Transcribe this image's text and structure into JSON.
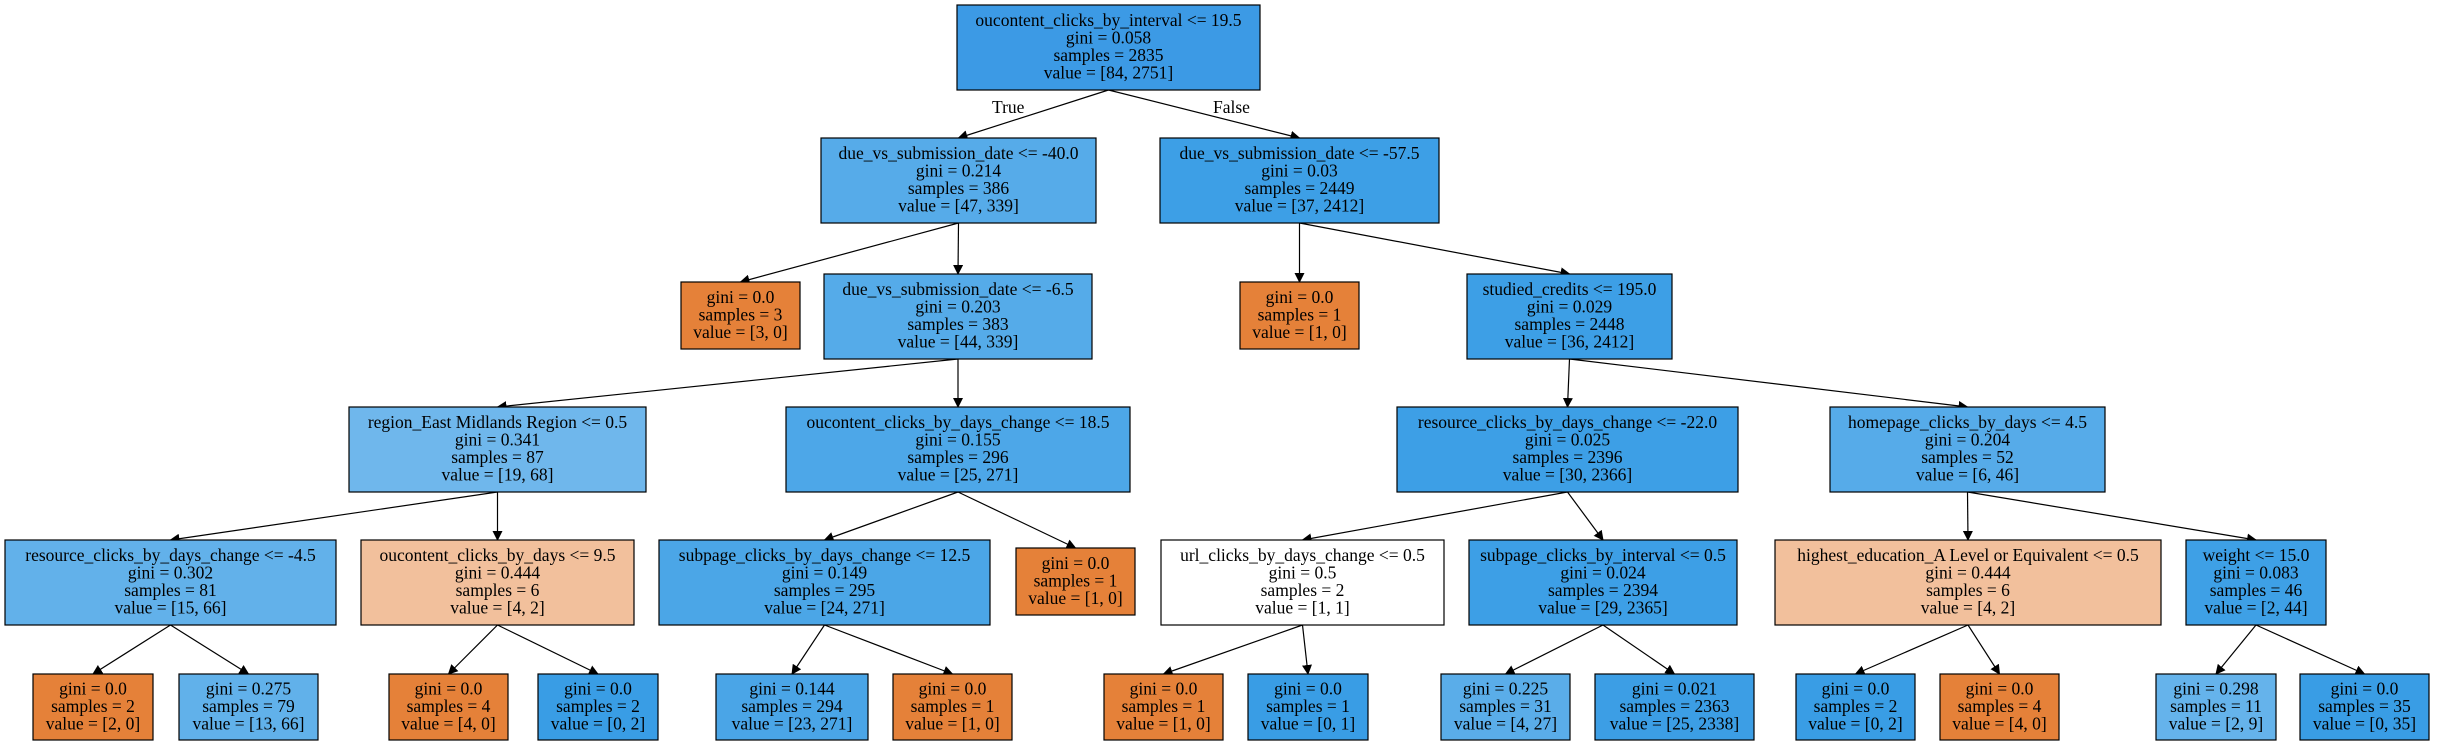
{
  "colors": {
    "blue_dark": "#3c9ae5",
    "blue_mid": "#4ba3e8",
    "blue_light": "#56abe9",
    "blue_lighter": "#6fb7ec",
    "orange": "#e58139",
    "orange_light": "#f3c4a2",
    "white": "#ffffff"
  },
  "edge_labels": {
    "true": "True",
    "false": "False"
  },
  "nodes": [
    {
      "id": "n0",
      "fill": "#3c9ae5",
      "lines": [
        "oucontent_clicks_by_interval <= 19.5",
        "gini = 0.058",
        "samples = 2835",
        "value = [84, 2751]"
      ]
    },
    {
      "id": "n1",
      "fill": "#56abe9",
      "lines": [
        "due_vs_submission_date <= -40.0",
        "gini = 0.214",
        "samples = 386",
        "value = [47, 339]"
      ]
    },
    {
      "id": "n2",
      "fill": "#3d9fe6",
      "lines": [
        "due_vs_submission_date <= -57.5",
        "gini = 0.03",
        "samples = 2449",
        "value = [37, 2412]"
      ]
    },
    {
      "id": "n3",
      "fill": "#e58139",
      "lines": [
        "gini = 0.0",
        "samples = 3",
        "value = [3, 0]"
      ]
    },
    {
      "id": "n4",
      "fill": "#55abe9",
      "lines": [
        "due_vs_submission_date <= -6.5",
        "gini = 0.203",
        "samples = 383",
        "value = [44, 339]"
      ]
    },
    {
      "id": "n5",
      "fill": "#e58139",
      "lines": [
        "gini = 0.0",
        "samples = 1",
        "value = [1, 0]"
      ]
    },
    {
      "id": "n6",
      "fill": "#3d9fe6",
      "lines": [
        "studied_credits <= 195.0",
        "gini = 0.029",
        "samples = 2448",
        "value = [36, 2412]"
      ]
    },
    {
      "id": "n7",
      "fill": "#6fb7ec",
      "lines": [
        "region_East Midlands Region <= 0.5",
        "gini = 0.341",
        "samples = 87",
        "value = [19, 68]"
      ]
    },
    {
      "id": "n8",
      "fill": "#4da7e8",
      "lines": [
        "oucontent_clicks_by_days_change <= 18.5",
        "gini = 0.155",
        "samples = 296",
        "value = [25, 271]"
      ]
    },
    {
      "id": "n9",
      "fill": "#3d9fe6",
      "lines": [
        "resource_clicks_by_days_change <= -22.0",
        "gini = 0.025",
        "samples = 2396",
        "value = [30, 2366]"
      ]
    },
    {
      "id": "n10",
      "fill": "#56abe9",
      "lines": [
        "homepage_clicks_by_days <= 4.5",
        "gini = 0.204",
        "samples = 52",
        "value = [6, 46]"
      ]
    },
    {
      "id": "n11",
      "fill": "#62b1ea",
      "lines": [
        "resource_clicks_by_days_change <= -4.5",
        "gini = 0.302",
        "samples = 81",
        "value = [15, 66]"
      ]
    },
    {
      "id": "n12",
      "fill": "#f2c09c",
      "lines": [
        "oucontent_clicks_by_days <= 9.5",
        "gini = 0.444",
        "samples = 6",
        "value = [4, 2]"
      ]
    },
    {
      "id": "n13",
      "fill": "#4ba6e7",
      "lines": [
        "subpage_clicks_by_days_change <= 12.5",
        "gini = 0.149",
        "samples = 295",
        "value = [24, 271]"
      ]
    },
    {
      "id": "n14",
      "fill": "#e58139",
      "lines": [
        "gini = 0.0",
        "samples = 1",
        "value = [1, 0]"
      ]
    },
    {
      "id": "n15",
      "fill": "#ffffff",
      "lines": [
        "url_clicks_by_days_change <= 0.5",
        "gini = 0.5",
        "samples = 2",
        "value = [1, 1]"
      ]
    },
    {
      "id": "n16",
      "fill": "#3d9fe6",
      "lines": [
        "subpage_clicks_by_interval <= 0.5",
        "gini = 0.024",
        "samples = 2394",
        "value = [29, 2365]"
      ]
    },
    {
      "id": "n17",
      "fill": "#f2c09c",
      "lines": [
        "highest_education_A Level or Equivalent <= 0.5",
        "gini = 0.444",
        "samples = 6",
        "value = [4, 2]"
      ]
    },
    {
      "id": "n18",
      "fill": "#3ea0e6",
      "lines": [
        "weight <= 15.0",
        "gini = 0.083",
        "samples = 46",
        "value = [2, 44]"
      ]
    },
    {
      "id": "n19",
      "fill": "#e58139",
      "lines": [
        "gini = 0.0",
        "samples = 2",
        "value = [2, 0]"
      ]
    },
    {
      "id": "n20",
      "fill": "#61b1ea",
      "lines": [
        "gini = 0.275",
        "samples = 79",
        "value = [13, 66]"
      ]
    },
    {
      "id": "n21",
      "fill": "#e58139",
      "lines": [
        "gini = 0.0",
        "samples = 4",
        "value = [4, 0]"
      ]
    },
    {
      "id": "n22",
      "fill": "#399de5",
      "lines": [
        "gini = 0.0",
        "samples = 2",
        "value = [0, 2]"
      ]
    },
    {
      "id": "n23",
      "fill": "#4aa5e7",
      "lines": [
        "gini = 0.144",
        "samples = 294",
        "value = [23, 271]"
      ]
    },
    {
      "id": "n24",
      "fill": "#e58139",
      "lines": [
        "gini = 0.0",
        "samples = 1",
        "value = [1, 0]"
      ]
    },
    {
      "id": "n25",
      "fill": "#e58139",
      "lines": [
        "gini = 0.0",
        "samples = 1",
        "value = [1, 0]"
      ]
    },
    {
      "id": "n26",
      "fill": "#399de5",
      "lines": [
        "gini = 0.0",
        "samples = 1",
        "value = [0, 1]"
      ]
    },
    {
      "id": "n27",
      "fill": "#5aade9",
      "lines": [
        "gini = 0.225",
        "samples = 31",
        "value = [4, 27]"
      ]
    },
    {
      "id": "n28",
      "fill": "#3c9ee5",
      "lines": [
        "gini = 0.021",
        "samples = 2363",
        "value = [25, 2338]"
      ]
    },
    {
      "id": "n29",
      "fill": "#399de5",
      "lines": [
        "gini = 0.0",
        "samples = 2",
        "value = [0, 2]"
      ]
    },
    {
      "id": "n30",
      "fill": "#e58139",
      "lines": [
        "gini = 0.0",
        "samples = 4",
        "value = [4, 0]"
      ]
    },
    {
      "id": "n31",
      "fill": "#65b3eb",
      "lines": [
        "gini = 0.298",
        "samples = 11",
        "value = [2, 9]"
      ]
    },
    {
      "id": "n32",
      "fill": "#399de5",
      "lines": [
        "gini = 0.0",
        "samples = 35",
        "value = [0, 35]"
      ]
    }
  ],
  "edges": [
    [
      "n0",
      "n1"
    ],
    [
      "n0",
      "n2"
    ],
    [
      "n1",
      "n3"
    ],
    [
      "n1",
      "n4"
    ],
    [
      "n2",
      "n5"
    ],
    [
      "n2",
      "n6"
    ],
    [
      "n4",
      "n7"
    ],
    [
      "n4",
      "n8"
    ],
    [
      "n6",
      "n9"
    ],
    [
      "n6",
      "n10"
    ],
    [
      "n7",
      "n11"
    ],
    [
      "n7",
      "n12"
    ],
    [
      "n8",
      "n13"
    ],
    [
      "n8",
      "n14"
    ],
    [
      "n9",
      "n15"
    ],
    [
      "n9",
      "n16"
    ],
    [
      "n10",
      "n17"
    ],
    [
      "n10",
      "n18"
    ],
    [
      "n11",
      "n19"
    ],
    [
      "n11",
      "n20"
    ],
    [
      "n12",
      "n21"
    ],
    [
      "n12",
      "n22"
    ],
    [
      "n13",
      "n23"
    ],
    [
      "n13",
      "n24"
    ],
    [
      "n15",
      "n25"
    ],
    [
      "n15",
      "n26"
    ],
    [
      "n16",
      "n27"
    ],
    [
      "n16",
      "n28"
    ],
    [
      "n17",
      "n29"
    ],
    [
      "n17",
      "n30"
    ],
    [
      "n18",
      "n31"
    ],
    [
      "n18",
      "n32"
    ]
  ]
}
